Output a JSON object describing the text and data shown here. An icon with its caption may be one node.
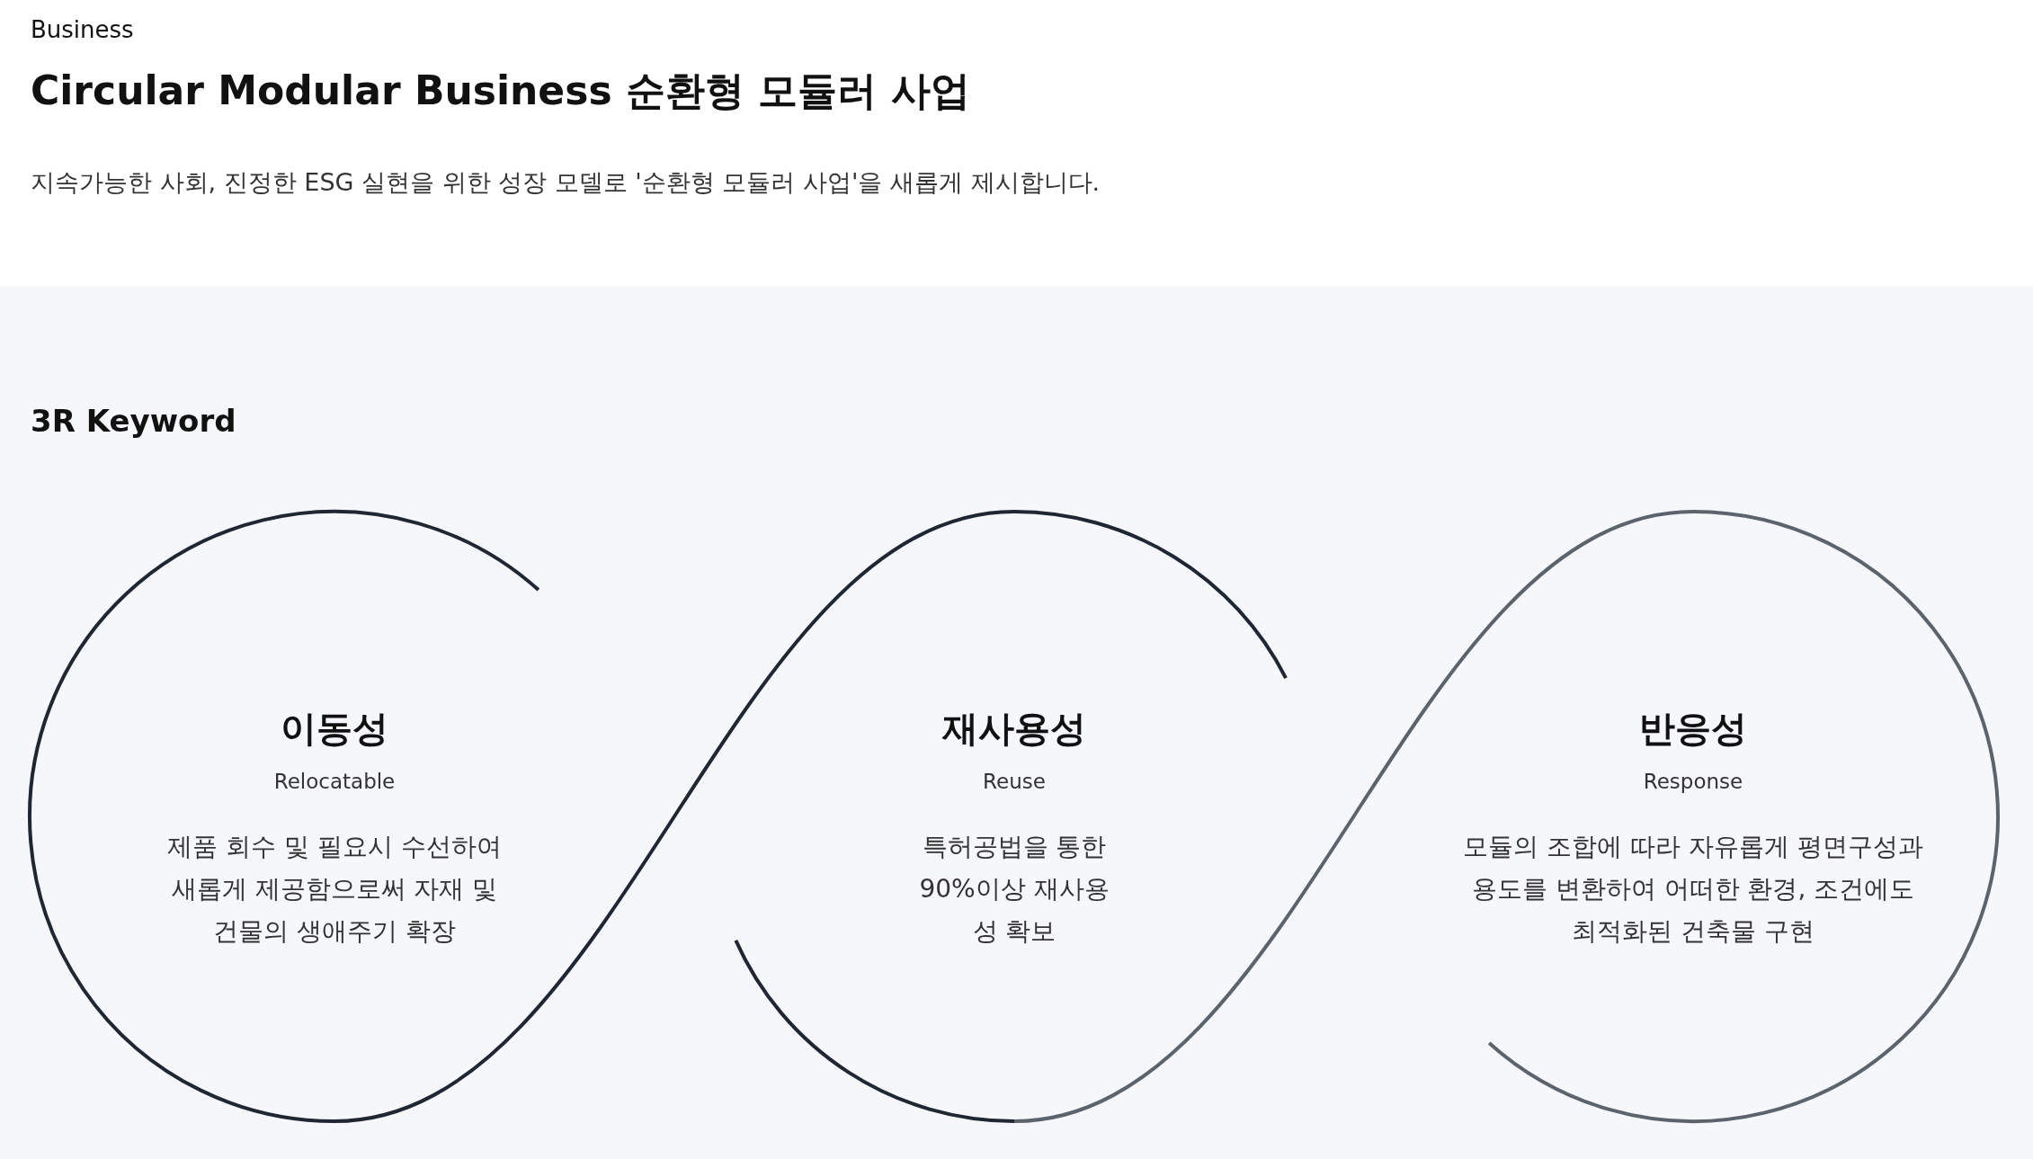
{
  "diagram": {
    "title": "Circular Modular Business 순환형 모듈러 사업",
    "nodes": [
      {
        "text": [
          "이동성",
          "Relocatable",
          "제품 회수 및 필요시 수선하여 새롭게 제공함으로써 자재 및 건물의 생애주기 확장"
        ]
      },
      {
        "text": [
          "재사용성",
          "Reuse",
          "특허공법을 통한 90%이상 재사용성 확보"
        ]
      },
      {
        "text": [
          "반응성",
          "Response",
          "모듈의 조합에 따라 자유롭게 평면구성과 용도를 변환하여 어떠한 환경, 조건에도 최적화된 건축물 구현"
        ]
      }
    ],
    "edges": [
      {
        "from": 0,
        "to": 1,
        "arrow": "none"
      },
      {
        "from": 1,
        "to": 2,
        "arrow": "none",
        "color": "#5b636c"
      }
    ],
    "labels": [
      "Business",
      "지속가능한 사회, 진정한 ESG 실현을 위한 성장 모델로 '순환형 모듈러 사업'을 새롭게 제시합니다.",
      "3R Keyword"
    ]
  }
}
